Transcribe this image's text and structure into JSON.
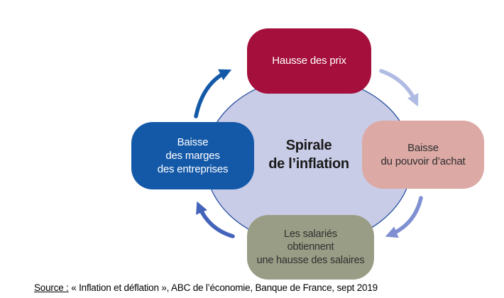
{
  "diagram": {
    "title": "Spirale de l’inflation",
    "center": {
      "label": "Spirale\nde l’inflation",
      "text_color": "#1a1a1a"
    },
    "circle": {
      "fill": "#C9CCE7",
      "border": "#2F55A4"
    },
    "nodes": [
      {
        "id": "hausse-des-prix",
        "position": "top",
        "label": "Hausse des prix",
        "color": "#A40F3C",
        "text_color": "#FFFFFF"
      },
      {
        "id": "baisse-pouvoir-achat",
        "position": "right",
        "label": "Baisse\ndu pouvoir d’achat",
        "color": "#DCA9A5",
        "text_color": "#2F2F2F"
      },
      {
        "id": "hausse-des-salaires",
        "position": "bottom",
        "label": "Les salariés\nobtiennent\nune hausse des salaires",
        "color": "#9A9D85",
        "text_color": "#2F2F2F"
      },
      {
        "id": "baisse-marges",
        "position": "left",
        "label": "Baisse\ndes marges\ndes entreprises",
        "color": "#1459A8",
        "text_color": "#FFFFFF"
      }
    ],
    "arrows": [
      {
        "id": "left-to-top",
        "from": "baisse-marges",
        "to": "hausse-des-prix",
        "color": "#1459A8"
      },
      {
        "id": "top-to-right",
        "from": "hausse-des-prix",
        "to": "baisse-pouvoir-achat",
        "color": "#B0BBE3"
      },
      {
        "id": "right-to-bottom",
        "from": "baisse-pouvoir-achat",
        "to": "hausse-des-salaires",
        "color": "#7E90D2"
      },
      {
        "id": "bottom-to-left",
        "from": "hausse-des-salaires",
        "to": "baisse-marges",
        "color": "#4463BA"
      }
    ]
  },
  "source": {
    "label": "Source :",
    "text": " « Inflation et déflation », ABC de l’économie, Banque de France, sept 2019"
  }
}
